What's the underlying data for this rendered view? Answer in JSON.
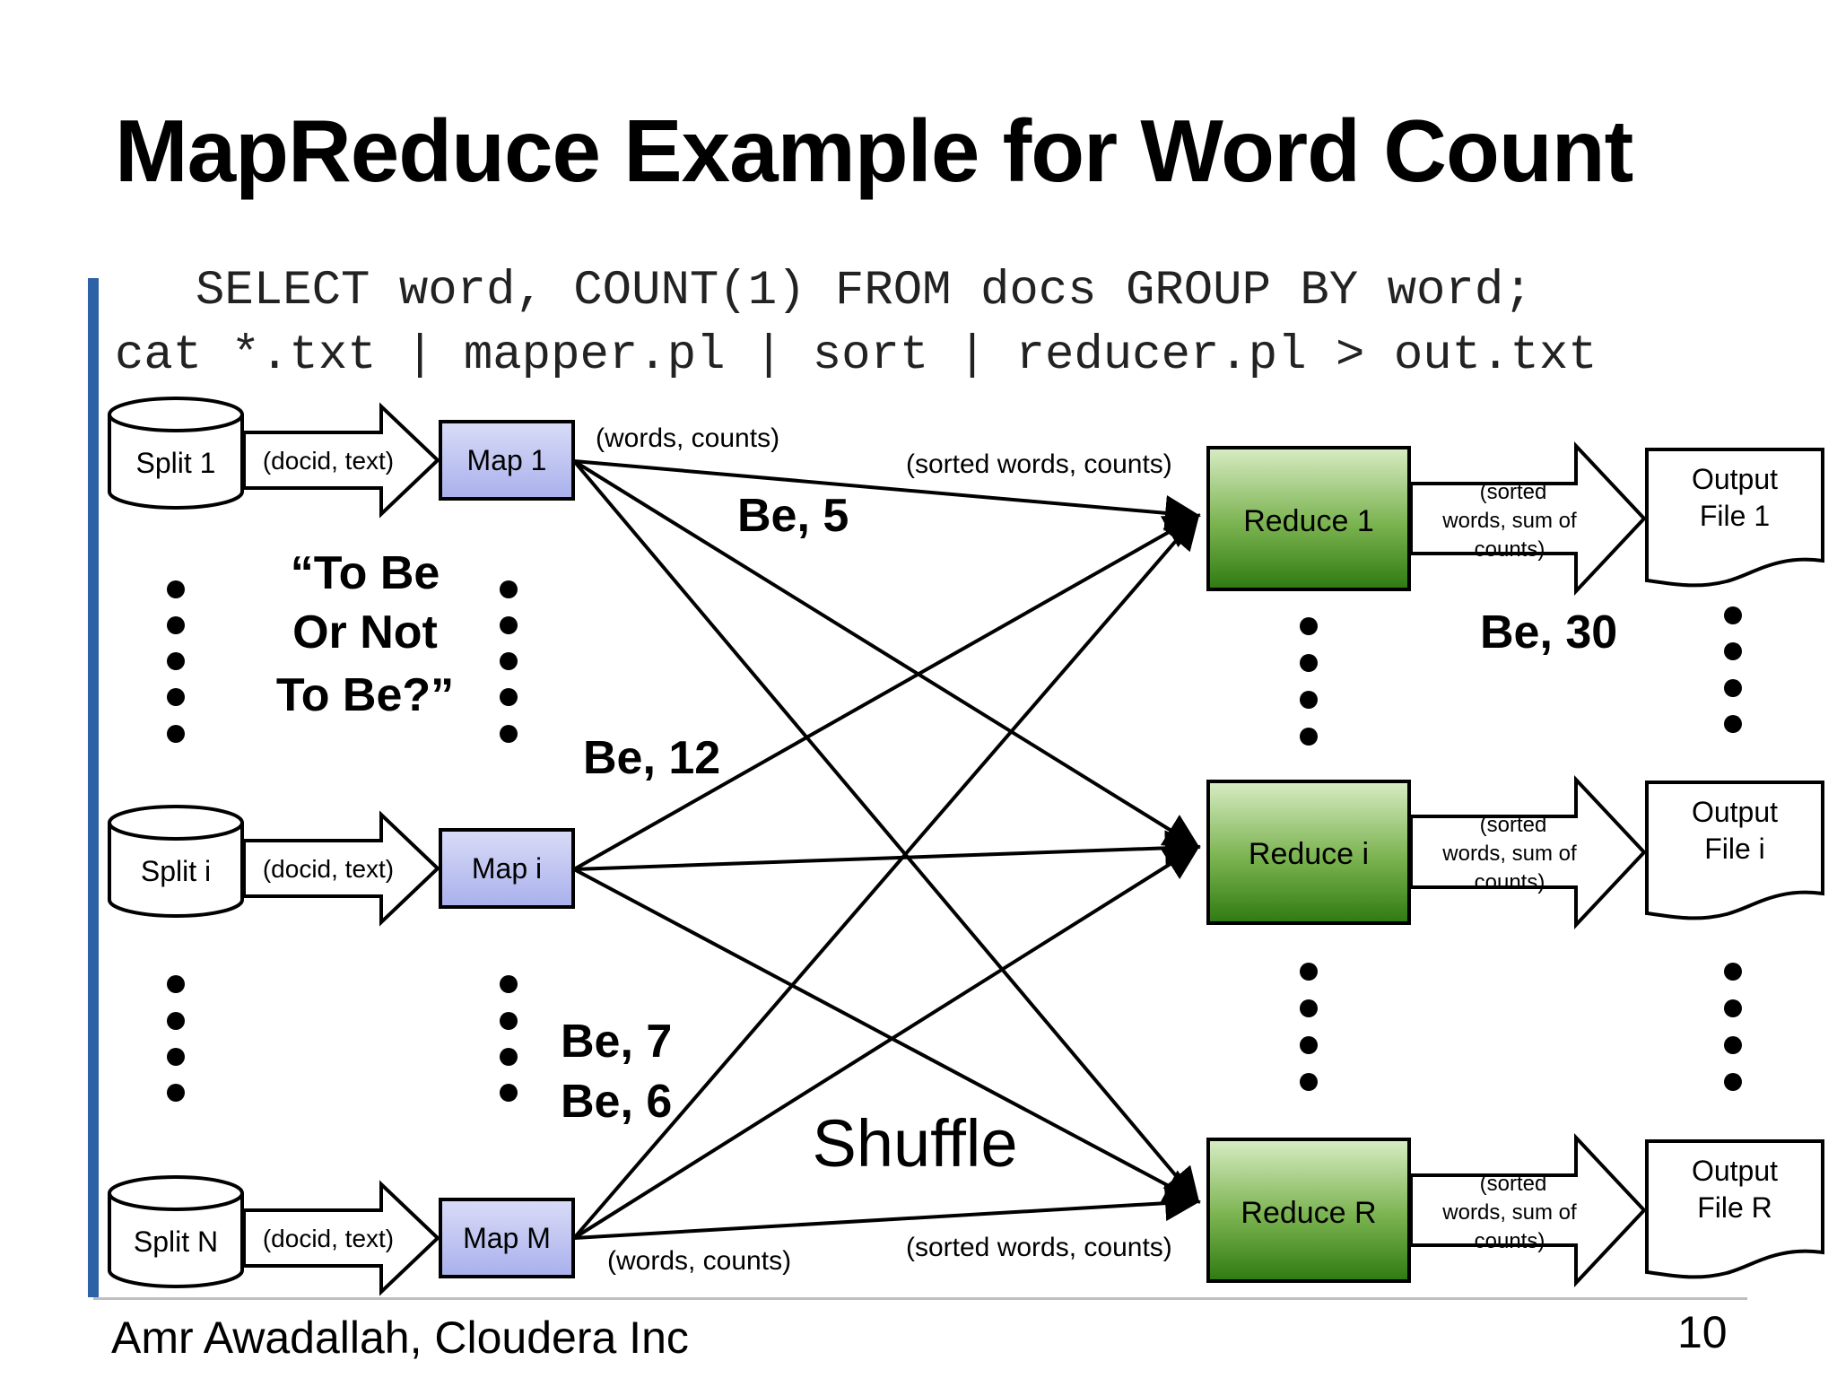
{
  "slide": {
    "title": "MapReduce Example for Word Count",
    "sql_line": "SELECT word, COUNT(1) FROM docs GROUP BY word;",
    "pipe_line": "cat *.txt | mapper.pl | sort | reducer.pl > out.txt",
    "footer": "Amr Awadallah, Cloudera Inc",
    "page_number": "10",
    "accent_color": "#2e62a6"
  },
  "diagram": {
    "splits": [
      "Split 1",
      "Split i",
      "Split N"
    ],
    "split_arrow_label": "(docid, text)",
    "maps": [
      "Map 1",
      "Map i",
      "Map M"
    ],
    "reducers": [
      "Reduce 1",
      "Reduce i",
      "Reduce R"
    ],
    "outputs": [
      [
        "Output",
        "File 1"
      ],
      [
        "Output",
        "File i"
      ],
      [
        "Output",
        "File R"
      ]
    ],
    "reduce_arrow_label": [
      "(sorted",
      "words, sum of",
      "counts)"
    ],
    "map_output_label": "(words, counts)",
    "shuffle_output_label": "(sorted words, counts)",
    "quote": [
      "“To Be",
      "Or Not",
      "To Be?”"
    ],
    "counts": {
      "map1": "Be, 5",
      "mapi": "Be, 12",
      "mapM_a": "Be, 7",
      "mapM_b": "Be, 6",
      "reduce": "Be, 30"
    },
    "shuffle": "Shuffle",
    "colors": {
      "map_fill": "#c3c8f2",
      "reduce_fill_top": "#d8ecc4",
      "reduce_fill_bottom": "#3f8a1c"
    }
  }
}
